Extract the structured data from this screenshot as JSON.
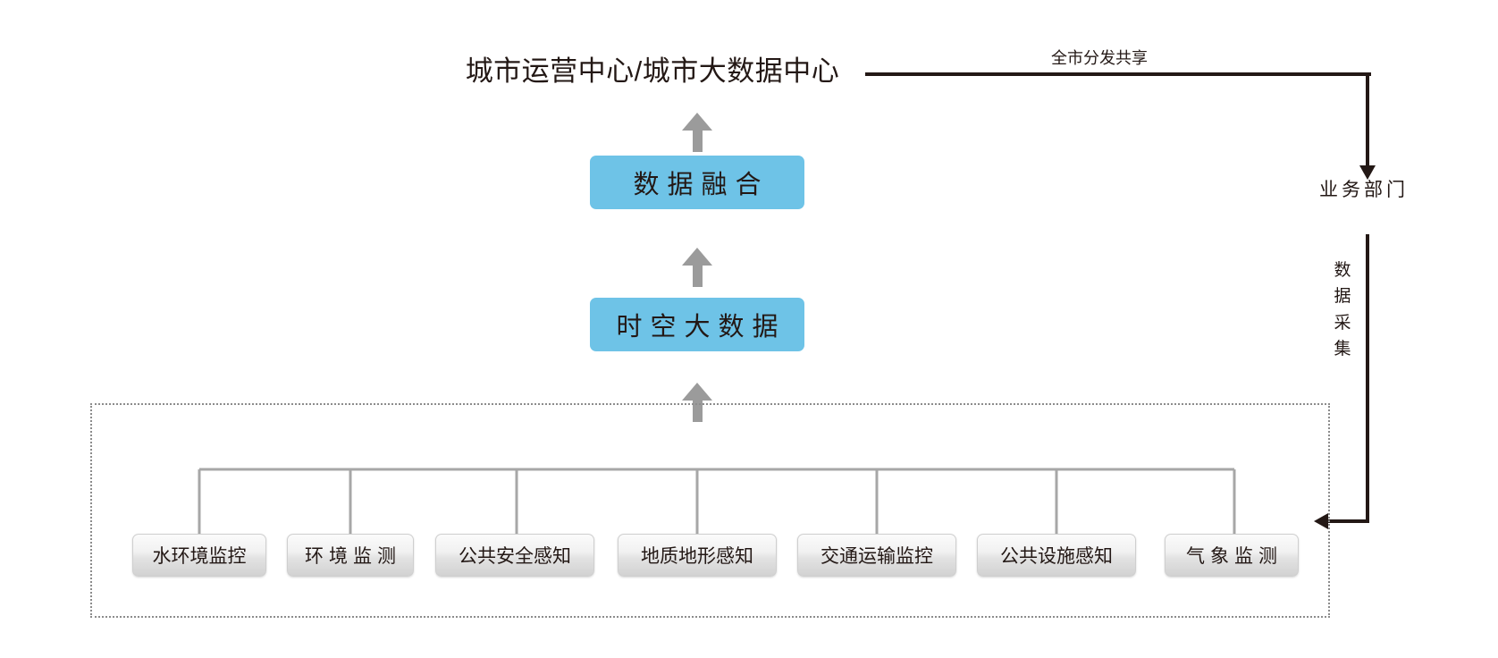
{
  "diagram": {
    "type": "flow-architecture",
    "title": "城市运营中心/城市大数据中心",
    "top_flow_label": "全市分发共享",
    "department_label": "业务部门",
    "collection_label_chars": [
      "数",
      "据",
      "采",
      "集"
    ],
    "collection_label": "数据采集",
    "stages": [
      {
        "id": "fusion",
        "label": "数据融合"
      },
      {
        "id": "bigdata",
        "label": "时空大数据"
      }
    ],
    "sensing_layer": {
      "nodes": [
        {
          "id": "water-env-monitoring",
          "label": "水环境监控",
          "spaced": false
        },
        {
          "id": "environment-monitoring",
          "label": "环境监测",
          "spaced": true
        },
        {
          "id": "public-safety-sensing",
          "label": "公共安全感知",
          "spaced": false
        },
        {
          "id": "geology-terrain-sensing",
          "label": "地质地形感知",
          "spaced": false
        },
        {
          "id": "transport-monitoring",
          "label": "交通运输监控",
          "spaced": false
        },
        {
          "id": "public-facility-sensing",
          "label": "公共设施感知",
          "spaced": false
        },
        {
          "id": "weather-monitoring",
          "label": "气象监测",
          "spaced": true
        }
      ]
    },
    "colors": {
      "accent_blue": "#6EC3E7",
      "arrow_grey": "#9B9B9B",
      "line_dark": "#231815",
      "connector_grey": "#A7A7A7",
      "dotted_border": "#8C8C8C",
      "capsule_face": "#E8E8E8"
    }
  }
}
